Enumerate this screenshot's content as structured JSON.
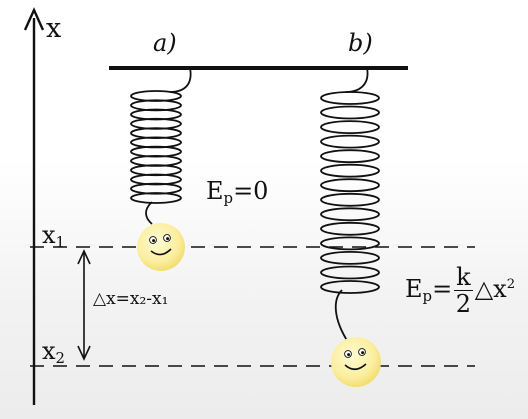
{
  "axis": {
    "label": "x"
  },
  "cases": [
    {
      "label": "a)",
      "energy": {
        "base": "E",
        "sub": "p",
        "rhs": "=0"
      }
    },
    {
      "label": "b)",
      "energy": {
        "base": "E",
        "sub": "p",
        "eq": "=",
        "num": "k",
        "den": "2",
        "delta": "△x",
        "sup": "2"
      }
    }
  ],
  "levels": [
    {
      "base": "x",
      "sub": "1"
    },
    {
      "base": "x",
      "sub": "2"
    }
  ],
  "displacement": {
    "text": "△x=x₂-x₁"
  },
  "colors": {
    "ball_center": "#fffbd2",
    "ball_edge": "#f3de72",
    "line": "#111111"
  }
}
